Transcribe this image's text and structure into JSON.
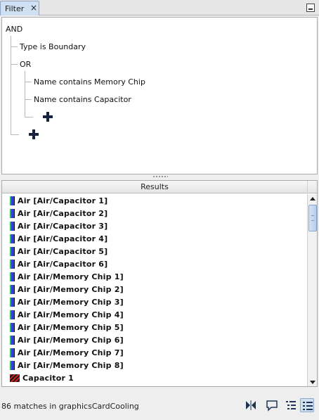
{
  "tab": {
    "title": "Filter",
    "close": "×"
  },
  "filter_tree": {
    "root": "AND",
    "type_condition": "Type is Boundary",
    "or_group": "OR",
    "or_conditions": [
      "Name contains Memory Chip",
      "Name contains Capacitor"
    ]
  },
  "results": {
    "header": "Results",
    "items": [
      {
        "label": "Air [Air/Capacitor 1]",
        "icon": "air-region-icon"
      },
      {
        "label": "Air [Air/Capacitor 2]",
        "icon": "air-region-icon"
      },
      {
        "label": "Air [Air/Capacitor 3]",
        "icon": "air-region-icon"
      },
      {
        "label": "Air [Air/Capacitor 4]",
        "icon": "air-region-icon"
      },
      {
        "label": "Air [Air/Capacitor 5]",
        "icon": "air-region-icon"
      },
      {
        "label": "Air [Air/Capacitor 6]",
        "icon": "air-region-icon"
      },
      {
        "label": "Air [Air/Memory Chip 1]",
        "icon": "air-region-icon"
      },
      {
        "label": "Air [Air/Memory Chip 2]",
        "icon": "air-region-icon"
      },
      {
        "label": "Air [Air/Memory Chip 3]",
        "icon": "air-region-icon"
      },
      {
        "label": "Air [Air/Memory Chip 4]",
        "icon": "air-region-icon"
      },
      {
        "label": "Air [Air/Memory Chip 5]",
        "icon": "air-region-icon"
      },
      {
        "label": "Air [Air/Memory Chip 6]",
        "icon": "air-region-icon"
      },
      {
        "label": "Air [Air/Memory Chip 7]",
        "icon": "air-region-icon"
      },
      {
        "label": "Air [Air/Memory Chip 8]",
        "icon": "air-region-icon"
      },
      {
        "label": "Capacitor 1",
        "icon": "solid-region-icon"
      }
    ]
  },
  "status": {
    "text": "86 matches in graphicsCardCooling"
  },
  "colors": {
    "air_blue": "#2c3fd8",
    "air_green": "#2fb34a",
    "solid_red": "#c8201d",
    "add_button": "#15233f",
    "tab_active": "#cfe0f3"
  }
}
